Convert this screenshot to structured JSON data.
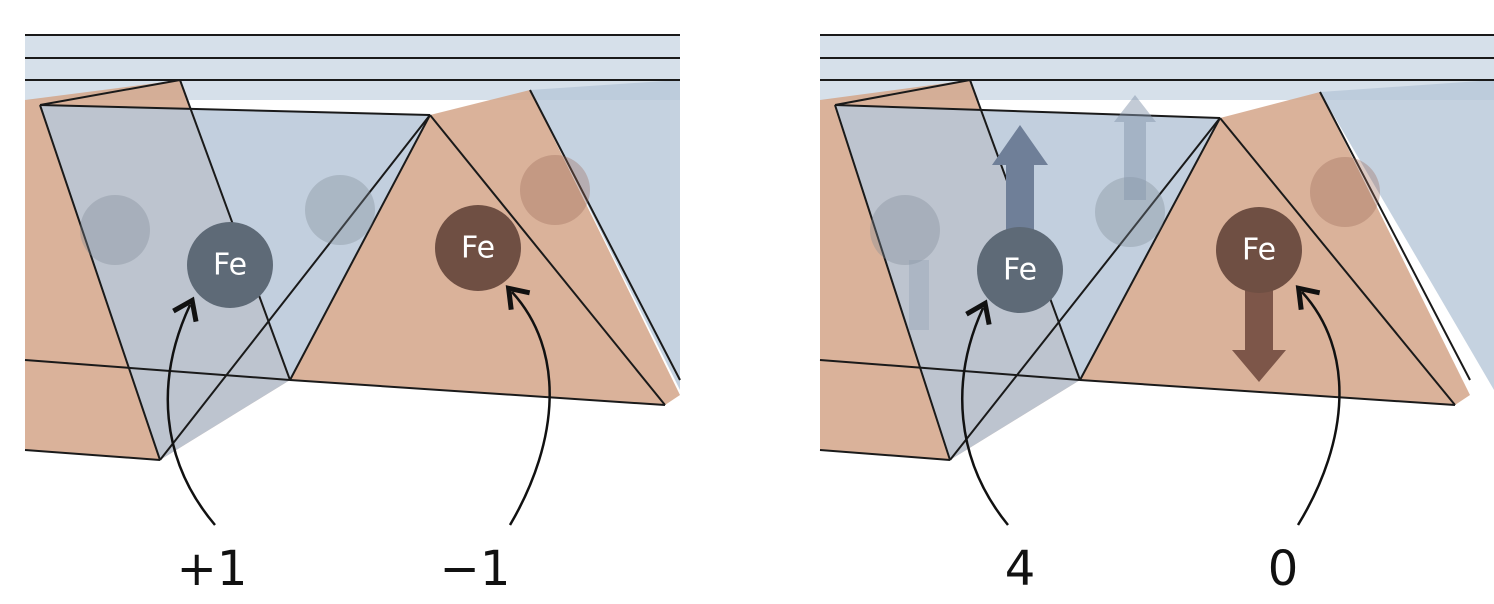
{
  "colors": {
    "blue_octahedron": "#b7c7d8",
    "orange_octahedron": "#d3a488",
    "fe_blue": "#5e6a77",
    "fe_orange": "#6f4f43",
    "arrow_blue": "#6f7f98",
    "arrow_orange": "#7d5649"
  },
  "panels": [
    {
      "name": "left",
      "atoms": [
        {
          "label": "Fe",
          "type": "blue"
        },
        {
          "label": "Fe",
          "type": "orange"
        }
      ],
      "annotations": [
        "+1",
        "−1"
      ]
    },
    {
      "name": "right",
      "atoms": [
        {
          "label": "Fe",
          "type": "blue"
        },
        {
          "label": "Fe",
          "type": "orange"
        }
      ],
      "annotations": [
        "4",
        "0"
      ]
    }
  ]
}
